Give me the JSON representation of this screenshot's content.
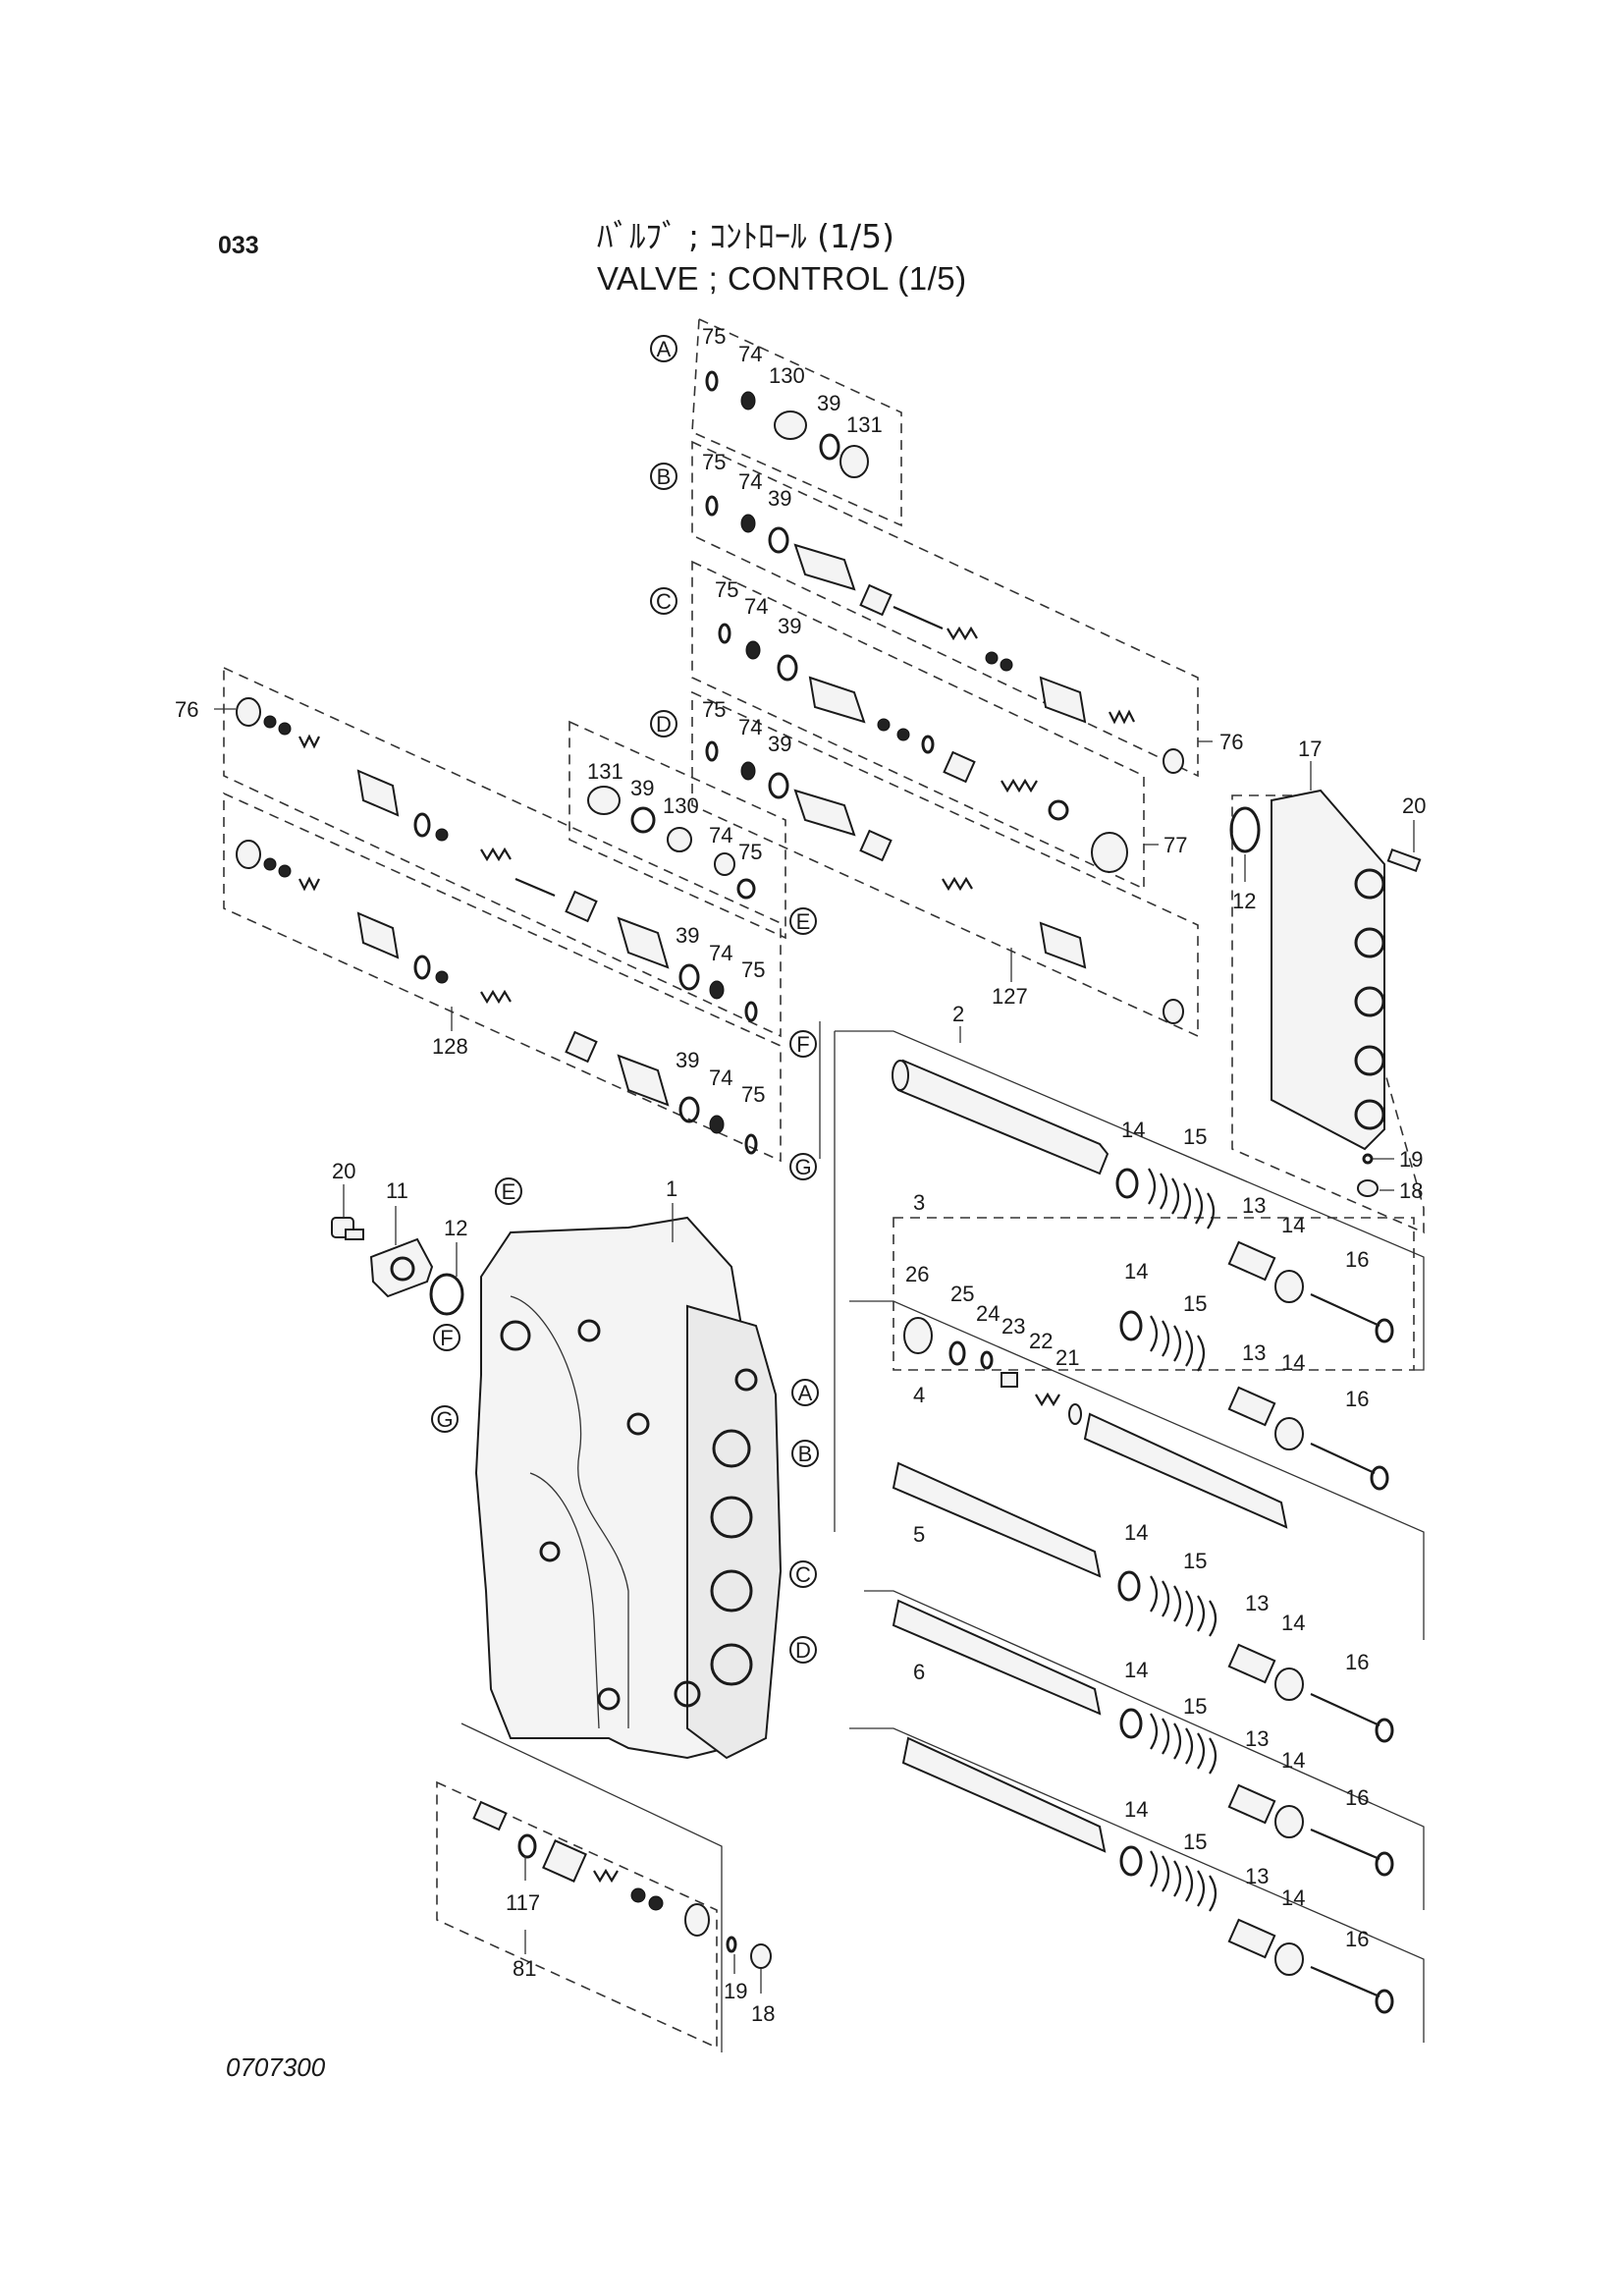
{
  "header": {
    "page_number": "033",
    "title_jp": "ﾊﾞﾙﾌﾞ ; ｺﾝﾄﾛｰﾙ (1/5)",
    "title_en": "VALVE ; CONTROL (1/5)"
  },
  "footer": {
    "drawing_number": "0707300"
  },
  "callouts": {
    "A": "A",
    "B": "B",
    "C": "C",
    "D": "D",
    "E": "E",
    "F": "F",
    "G": "G"
  },
  "part_labels": {
    "p1": "1",
    "p2": "2",
    "p3": "3",
    "p4": "4",
    "p5": "5",
    "p6": "6",
    "p11": "11",
    "p12": "12",
    "p13": "13",
    "p14": "14",
    "p15": "15",
    "p16": "16",
    "p17": "17",
    "p18": "18",
    "p19": "19",
    "p20": "20",
    "p21": "21",
    "p22": "22",
    "p23": "23",
    "p24": "24",
    "p25": "25",
    "p26": "26",
    "p39": "39",
    "p74": "74",
    "p75": "75",
    "p76": "76",
    "p77": "77",
    "p81": "81",
    "p117": "117",
    "p127": "127",
    "p128": "128",
    "p130": "130",
    "p131": "131"
  }
}
